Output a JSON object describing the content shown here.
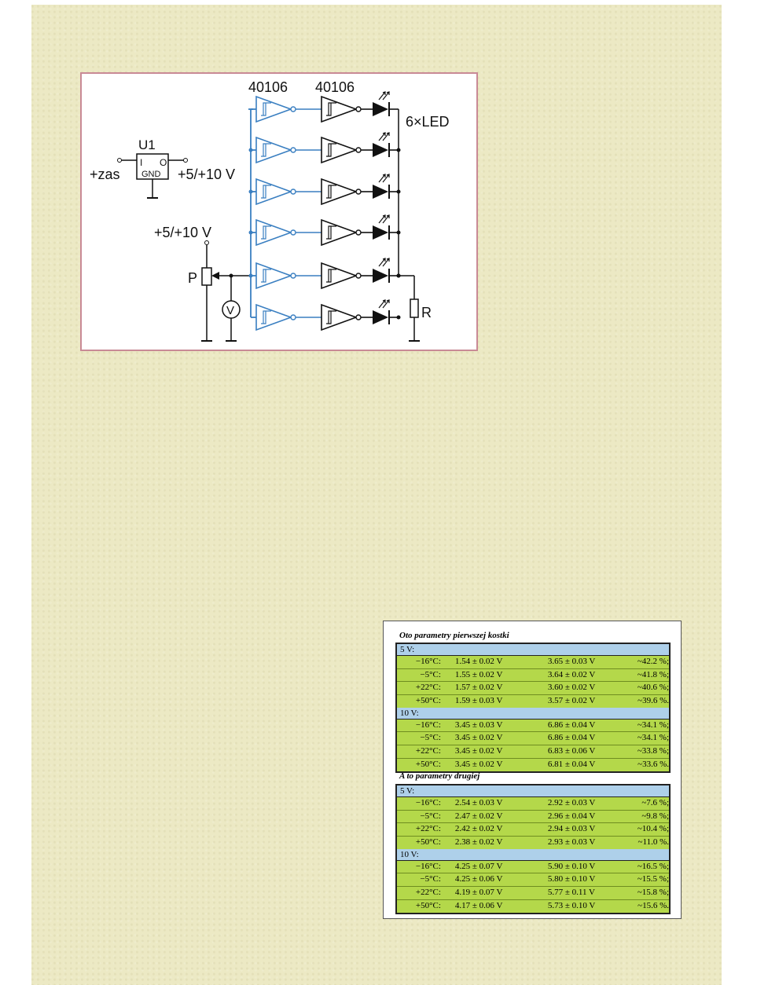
{
  "schematic": {
    "label_ic1": "40106",
    "label_ic2": "40106",
    "label_leds": "6×LED",
    "label_u1": "U1",
    "label_u1_in": "I",
    "label_u1_out": "O",
    "label_u1_gnd": "GND",
    "label_zas": "+zas",
    "label_vout": "+5/+10 V",
    "label_vsupply": "+5/+10 V",
    "label_p": "P",
    "label_v": "V",
    "label_r": "R"
  },
  "tables": {
    "title_first": "Oto parametry pierwszej kostki",
    "title_second": "A to parametry drugiej",
    "first": {
      "v5": {
        "header": "5 V:",
        "rows": [
          {
            "t": "−16°C:",
            "a": "1.54 ± 0.02 V",
            "b": "3.65 ± 0.03 V",
            "p": "~42.2 %;"
          },
          {
            "t": "−5°C:",
            "a": "1.55 ± 0.02 V",
            "b": "3.64 ± 0.02 V",
            "p": "~41.8 %;"
          },
          {
            "t": "+22°C:",
            "a": "1.57 ± 0.02 V",
            "b": "3.60 ± 0.02 V",
            "p": "~40.6 %;"
          },
          {
            "t": "+50°C:",
            "a": "1.59 ± 0.03 V",
            "b": "3.57 ± 0.02 V",
            "p": "~39.6 %."
          }
        ]
      },
      "v10": {
        "header": "10 V:",
        "rows": [
          {
            "t": "−16°C:",
            "a": "3.45 ± 0.03 V",
            "b": "6.86 ± 0.04 V",
            "p": "~34.1 %;"
          },
          {
            "t": "−5°C:",
            "a": "3.45 ± 0.02 V",
            "b": "6.86 ± 0.04 V",
            "p": "~34.1 %;"
          },
          {
            "t": "+22°C:",
            "a": "3.45 ± 0.02 V",
            "b": "6.83 ± 0.06 V",
            "p": "~33.8 %;"
          },
          {
            "t": "+50°C:",
            "a": "3.45 ± 0.02 V",
            "b": "6.81 ± 0.04 V",
            "p": "~33.6 %."
          }
        ]
      }
    },
    "second": {
      "v5": {
        "header": "5 V:",
        "rows": [
          {
            "t": "−16°C:",
            "a": "2.54 ± 0.03 V",
            "b": "2.92 ± 0.03 V",
            "p": "~7.6 %;"
          },
          {
            "t": "−5°C:",
            "a": "2.47 ± 0.02 V",
            "b": "2.96 ± 0.04 V",
            "p": "~9.8 %;"
          },
          {
            "t": "+22°C:",
            "a": "2.42 ± 0.02 V",
            "b": "2.94 ± 0.03 V",
            "p": "~10.4 %;"
          },
          {
            "t": "+50°C:",
            "a": "2.38 ± 0.02 V",
            "b": "2.93 ± 0.03 V",
            "p": "~11.0 %."
          }
        ]
      },
      "v10": {
        "header": "10 V:",
        "rows": [
          {
            "t": "−16°C:",
            "a": "4.25 ± 0.07 V",
            "b": "5.90 ± 0.10 V",
            "p": "~16.5 %;"
          },
          {
            "t": "−5°C:",
            "a": "4.25 ± 0.06 V",
            "b": "5.80 ± 0.10 V",
            "p": "~15.5 %;"
          },
          {
            "t": "+22°C:",
            "a": "4.19 ± 0.07 V",
            "b": "5.77 ± 0.11 V",
            "p": "~15.8 %;"
          },
          {
            "t": "+50°C:",
            "a": "4.17 ± 0.06 V",
            "b": "5.73 ± 0.10 V",
            "p": "~15.6 %."
          }
        ]
      }
    }
  },
  "colors": {
    "page_background": "#ece9c4",
    "table_header": "#aed0ea",
    "table_row": "#b4d84a",
    "schematic_blue": "#3a7fc1",
    "frame": "#c98a96"
  }
}
